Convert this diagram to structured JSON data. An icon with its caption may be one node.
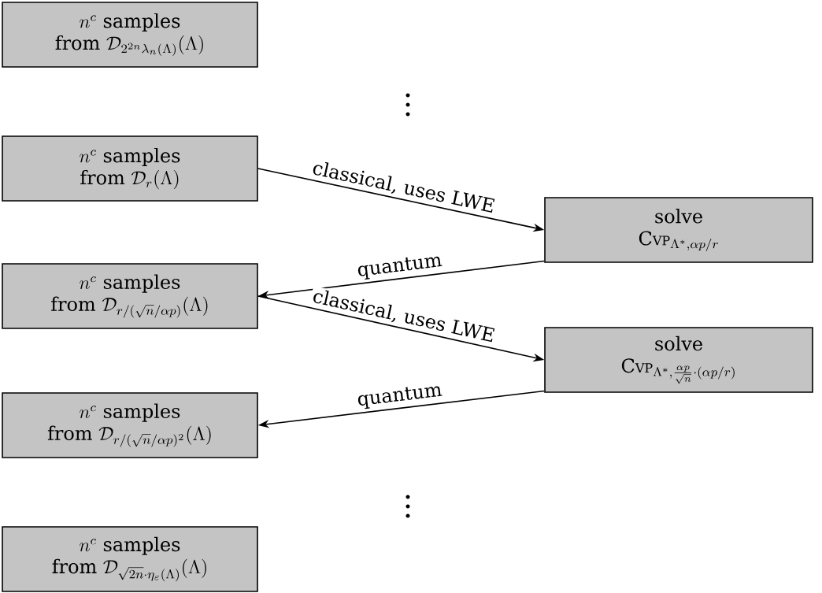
{
  "diagram": {
    "nodes": [
      {
        "text": [
          "n^c\\mbox{ samples}",
          "\\mbox{from }\\mathcal{D}_{2^{2n}\\lambda_n(\\Lambda)}(\\Lambda)"
        ]
      },
      {
        "text": [
          "n^c\\mbox{ samples}",
          "\\mbox{from }\\mathcal{D}_{r}(\\Lambda)"
        ]
      },
      {
        "text": [
          "\\mbox{solve}",
          "\\mbox{C{\\footnotesize VP}}_{\\Lambda^*,\\alpha p/r}"
        ]
      },
      {
        "text": [
          "n^c\\mbox{ samples}",
          "\\mbox{from }\\mathcal{D}_{r/(\\sqrt{n}/\\alpha p)}(\\Lambda)"
        ]
      },
      {
        "text": [
          "\\mbox{solve}",
          "\\mbox{C{\\footnotesize VP}}_{\\Lambda^*,\\frac{\\alpha p}{\\sqrt{n}}\\cdot(\\alpha p/r)}"
        ]
      },
      {
        "text": [
          "n^c\\mbox{ samples}",
          "\\mbox{from }\\mathcal{D}_{r/(\\sqrt{n}/\\alpha p)^2}(\\Lambda)"
        ]
      },
      {
        "text": [
          "n^c\\mbox{ samples}",
          "\\mbox{from }\\mathcal{D}_{\\sqrt{2n}\\cdot\\eta_\\varepsilon(\\Lambda)}(\\Lambda)"
        ]
      }
    ],
    "edges": [
      {
        "from": 1,
        "to": 2,
        "arrow": "to",
        "label": "classical, uses LWE"
      },
      {
        "from": 2,
        "to": 3,
        "arrow": "to",
        "label": "quantum"
      },
      {
        "from": 3,
        "to": 4,
        "arrow": "to",
        "label": "classical, uses LWE"
      },
      {
        "from": 4,
        "to": 5,
        "arrow": "to",
        "label": "quantum"
      }
    ]
  }
}
